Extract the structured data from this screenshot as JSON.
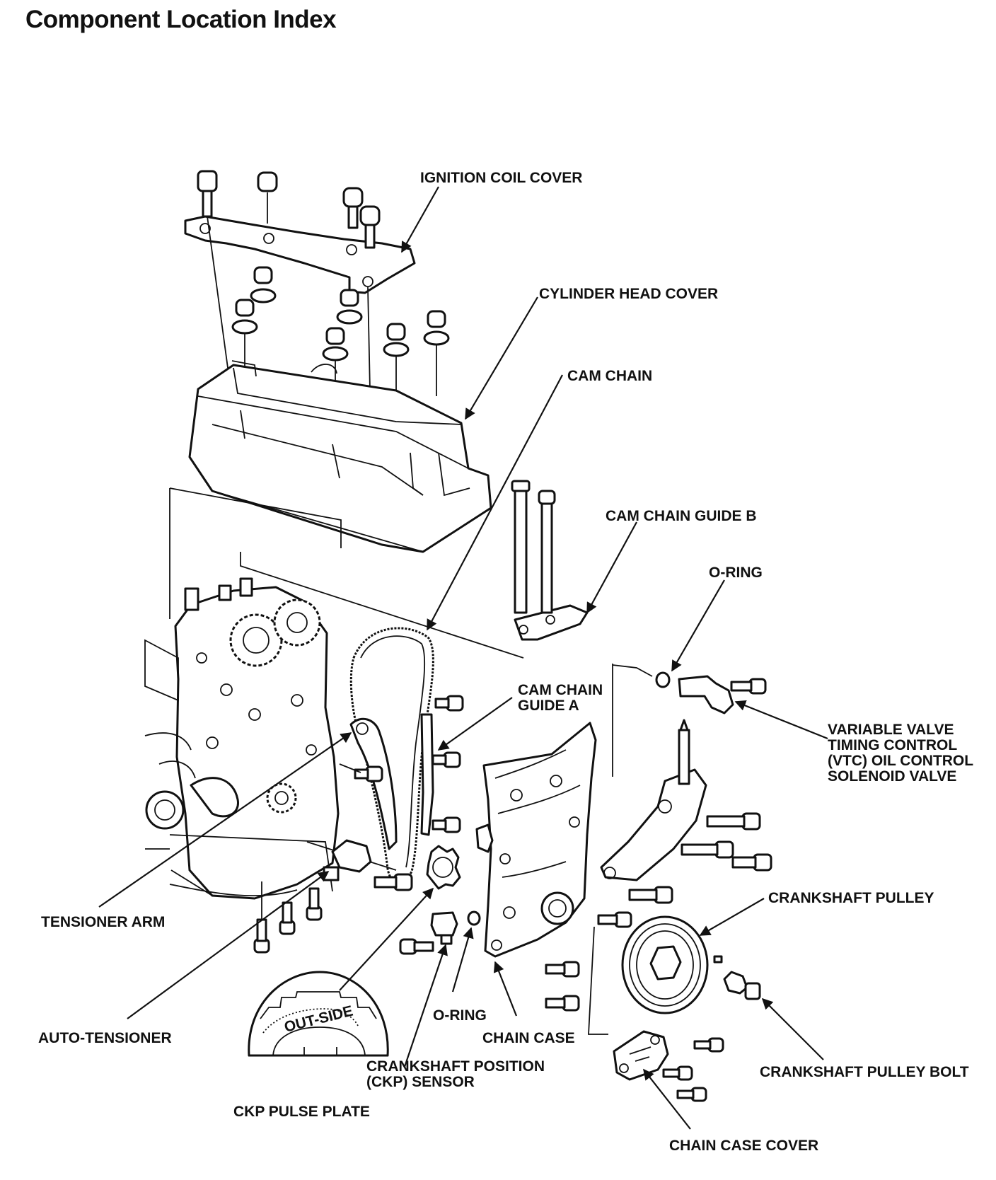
{
  "title": "Component Location Index",
  "labels": {
    "ignition_coil_cover": "IGNITION COIL COVER",
    "cylinder_head_cover": "CYLINDER HEAD COVER",
    "cam_chain": "CAM CHAIN",
    "cam_chain_guide_b": "CAM CHAIN GUIDE B",
    "o_ring_top": "O-RING",
    "cam_chain_guide_a": [
      "CAM CHAIN",
      "GUIDE A"
    ],
    "vtc_valve": [
      "VARIABLE VALVE",
      "TIMING CONTROL",
      "(VTC) OIL CONTROL",
      "SOLENOID VALVE"
    ],
    "tensioner_arm": "TENSIONER ARM",
    "crankshaft_pulley": "CRANKSHAFT PULLEY",
    "auto_tensioner": "AUTO-TENSIONER",
    "o_ring_bottom": "O-RING",
    "chain_case": "CHAIN CASE",
    "ckp_sensor": [
      "CRANKSHAFT POSITION",
      "(CKP) SENSOR"
    ],
    "crankshaft_pulley_bolt": "CRANKSHAFT PULLEY BOLT",
    "ckp_pulse_plate": "CKP PULSE PLATE",
    "chain_case_cover": "CHAIN CASE COVER",
    "pulse_plate_marking": "OUT-SIDE"
  }
}
